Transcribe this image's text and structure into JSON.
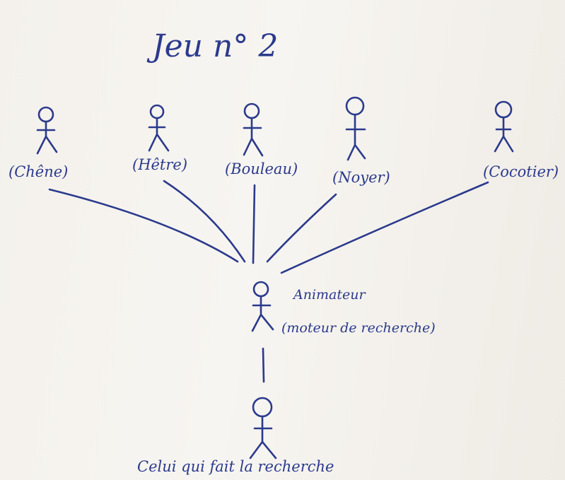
{
  "title": "Jeu n° 2",
  "colors": {
    "ink": "#2b3a8c",
    "paper": "#f5f2ed"
  },
  "trees": [
    {
      "id": "chene",
      "label": "(Chêne)"
    },
    {
      "id": "hetre",
      "label": "(Hêtre)"
    },
    {
      "id": "bouleau",
      "label": "(Bouleau)"
    },
    {
      "id": "noyer",
      "label": "(Noyer)"
    },
    {
      "id": "cocotier",
      "label": "(Cocotier)"
    }
  ],
  "animator": {
    "name": "Animateur",
    "role": "(moteur de recherche)"
  },
  "seeker": {
    "label": "Celui qui fait la recherche"
  }
}
